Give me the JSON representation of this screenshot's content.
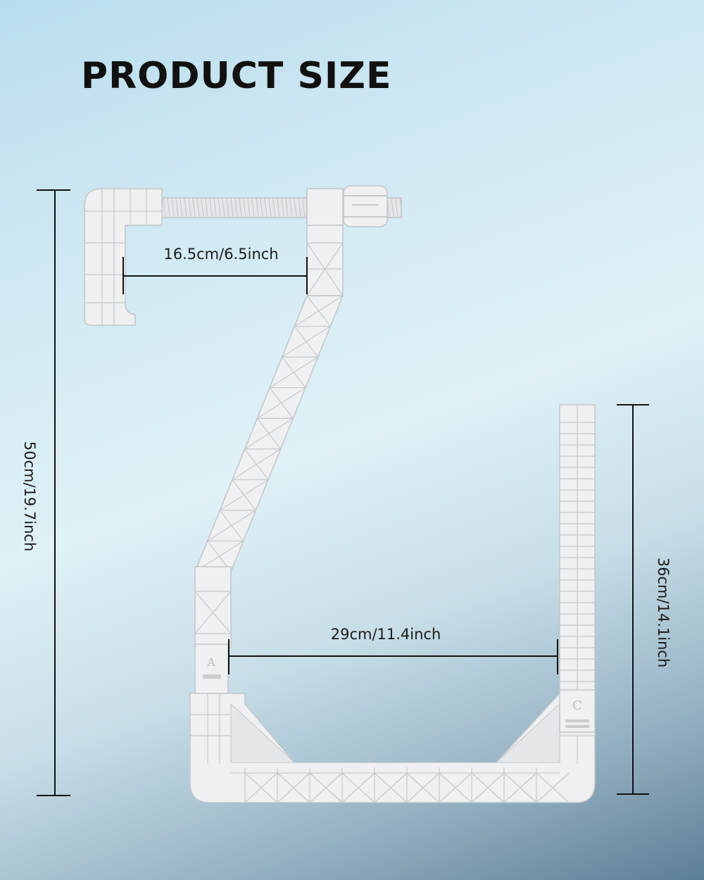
{
  "title": "PRODUCT SIZE",
  "dimensions": {
    "clamp_opening": "16.5cm/6.5inch",
    "total_height": "50cm/19.7inch",
    "tray_width": "29cm/11.4inch",
    "arm_height": "36cm/14.1inch"
  },
  "part_marks": {
    "joint_a": "A",
    "joint_c": "C"
  },
  "colors": {
    "background_top": "#b9dded",
    "background_bottom": "#5d7f95",
    "bracket": "#eef0f2",
    "text": "#111111"
  }
}
